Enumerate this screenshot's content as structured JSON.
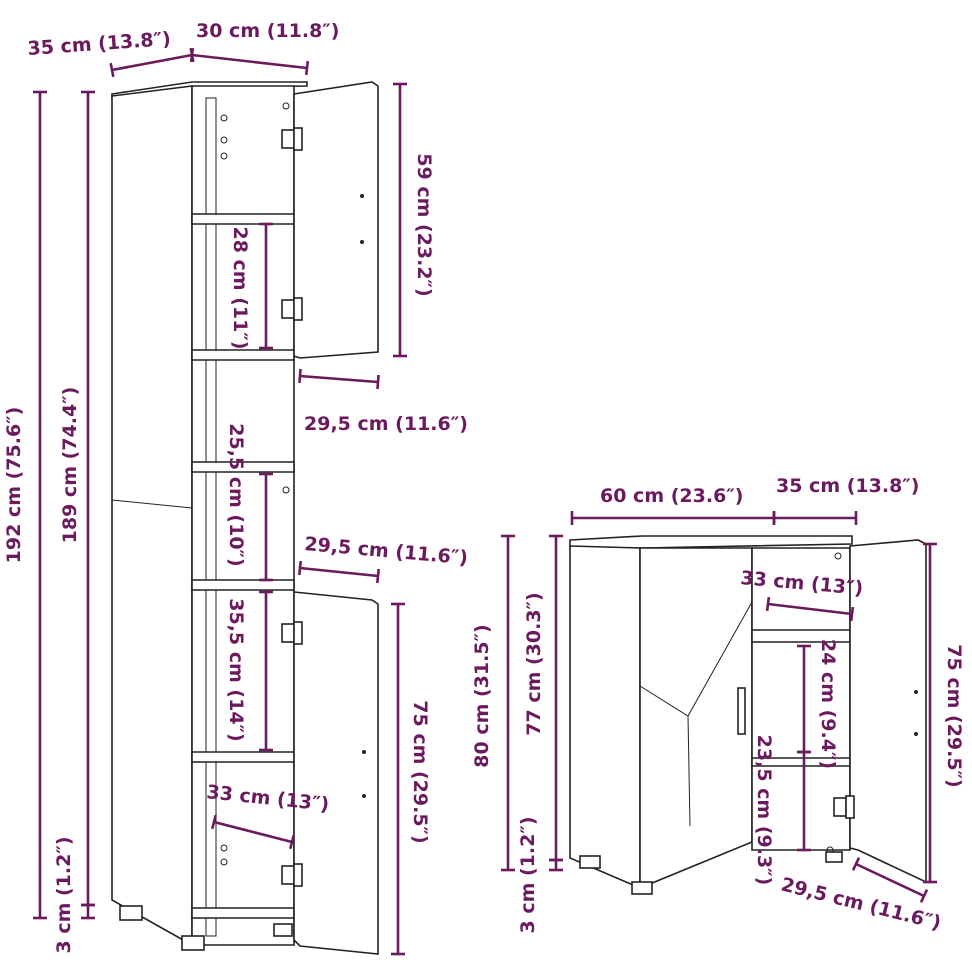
{
  "colors": {
    "dimension": "#6b1a5e",
    "outline": "#222222"
  },
  "tall_cabinet": {
    "depth_total": "35 cm (13.8″)",
    "depth_inner": "30 cm (11.8″)",
    "height_total": "192 cm (75.6″)",
    "height_body": "189 cm (74.4″)",
    "feet_height": "3 cm (1.2″)",
    "upper_door_height": "59 cm (23.2″)",
    "upper_shelf_gap": "28 cm (11″)",
    "upper_door_width": "29,5 cm (11.6″)",
    "middle_shelf_gap": "25,5 cm (10″)",
    "middle_width": "29,5 cm (11.6″)",
    "lower_shelf_gap": "35,5 cm (14″)",
    "lower_door_height": "75 cm (29.5″)",
    "bottom_depth": "33 cm (13″)"
  },
  "low_cabinet": {
    "width": "60 cm (23.6″)",
    "depth": "35 cm (13.8″)",
    "height_total": "80 cm (31.5″)",
    "height_body": "77 cm (30.3″)",
    "feet_height": "3 cm (1.2″)",
    "inner_depth": "33 cm (13″)",
    "upper_gap": "24 cm (9.4″)",
    "lower_gap": "23,5 cm (9.3″)",
    "door_height": "75 cm (29.5″)",
    "door_width": "29,5 cm (11.6″)"
  }
}
